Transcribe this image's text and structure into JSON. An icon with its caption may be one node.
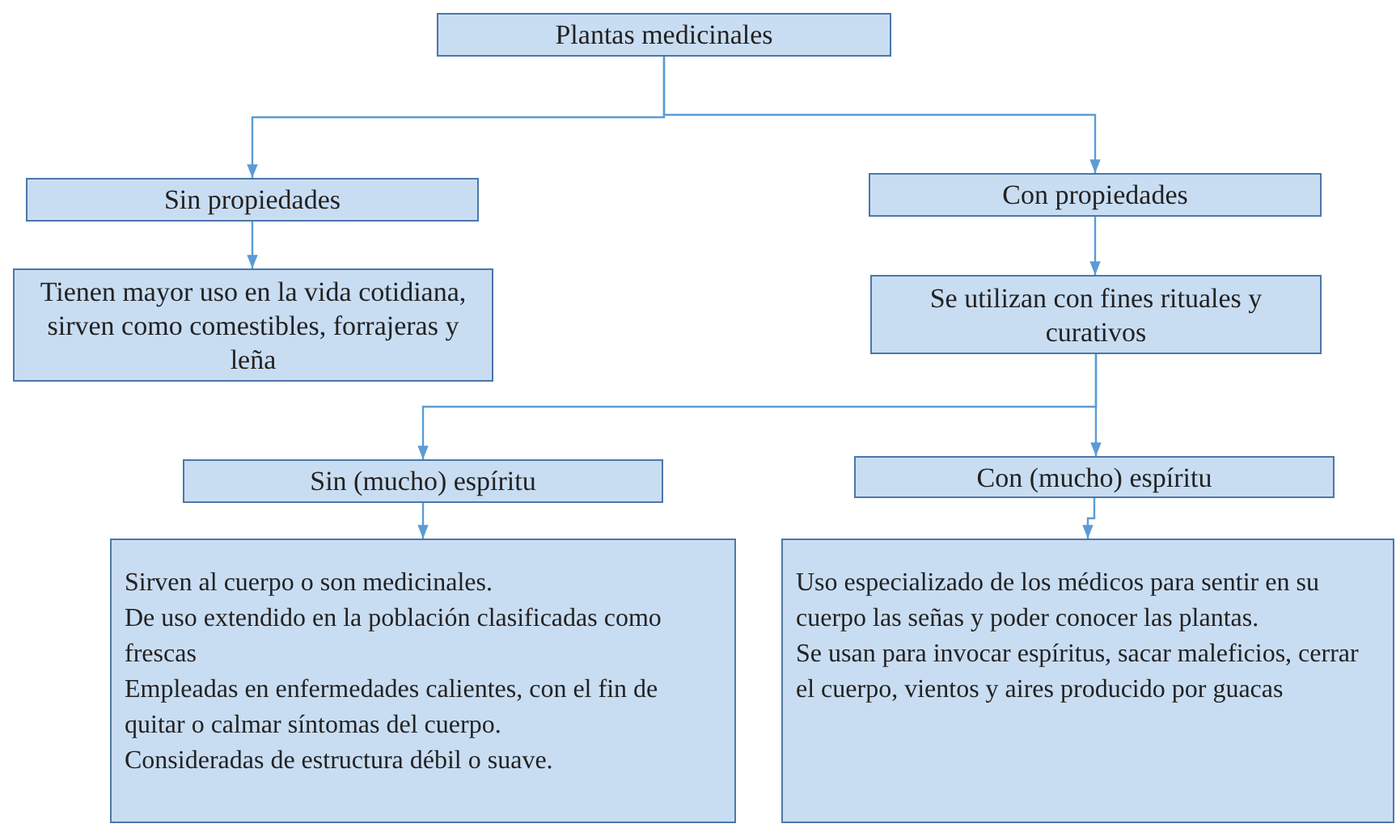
{
  "diagram": {
    "nodes": [
      {
        "text": [
          "Plantas medicinales"
        ]
      },
      {
        "text": [
          "Sin propiedades"
        ]
      },
      {
        "text": [
          "Con propiedades"
        ]
      },
      {
        "text": [
          "Tienen mayor uso en la vida cotidiana, sirven como comestibles, forrajeras y leña"
        ]
      },
      {
        "text": [
          "Se utilizan con fines rituales y curativos"
        ]
      },
      {
        "text": [
          "Sin (mucho) espíritu"
        ]
      },
      {
        "text": [
          "Con (mucho) espíritu"
        ]
      },
      {
        "text": [
          "Sirven al cuerpo o son medicinales.",
          "De uso extendido en la población clasificadas como frescas",
          "Empleadas en enfermedades calientes, con el fin de quitar o calmar síntomas del cuerpo.",
          "Consideradas de estructura débil o suave."
        ]
      },
      {
        "text": [
          "Uso especializado de los médicos para sentir en su cuerpo las señas y poder conocer las plantas.",
          "Se usan para invocar espíritus, sacar maleficios, cerrar el cuerpo, vientos y aires producido por guacas"
        ]
      }
    ],
    "edges": [
      {
        "from": 0,
        "to": 1,
        "arrow": "to"
      },
      {
        "from": 0,
        "to": 2,
        "arrow": "to"
      },
      {
        "from": 1,
        "to": 3,
        "arrow": "to"
      },
      {
        "from": 2,
        "to": 4,
        "arrow": "to"
      },
      {
        "from": 4,
        "to": 5,
        "arrow": "to"
      },
      {
        "from": 4,
        "to": 6,
        "arrow": "to"
      },
      {
        "from": 5,
        "to": 7,
        "arrow": "to"
      },
      {
        "from": 6,
        "to": 8,
        "arrow": "to"
      }
    ]
  }
}
